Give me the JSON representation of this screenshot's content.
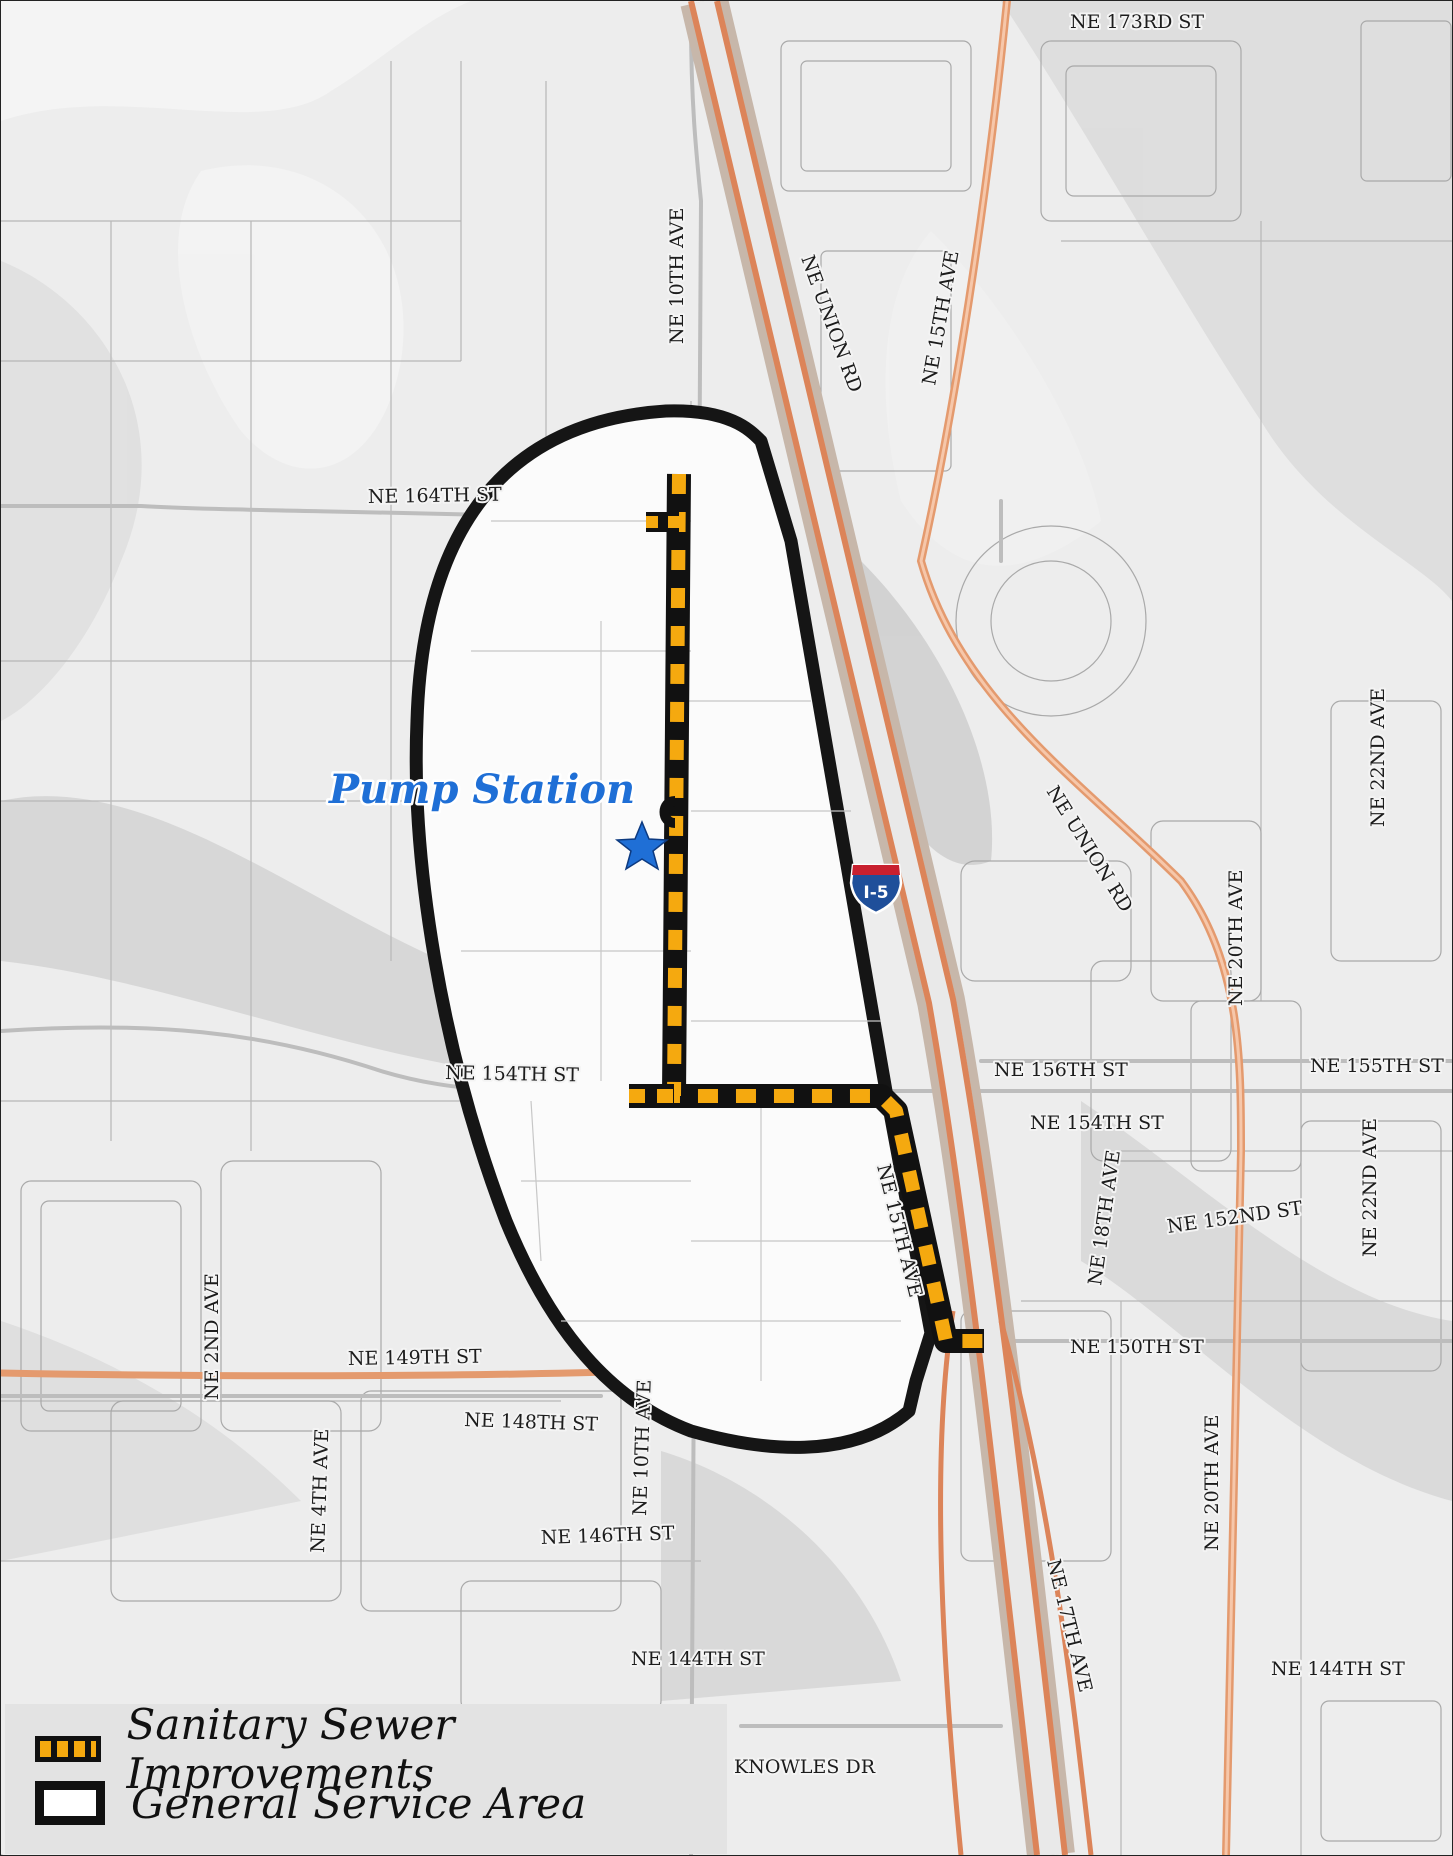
{
  "map": {
    "features": {
      "pump_station": "Pump Station",
      "interstate_shield": "I-5"
    },
    "streets": {
      "ne_173rd_st": "NE 173RD ST",
      "ne_164th_st": "NE 164TH ST",
      "ne_10th_ave_north": "NE 10TH AVE",
      "ne_union_rd_north": "NE UNION RD",
      "ne_15th_ave_north": "NE 15TH AVE",
      "ne_union_rd_south": "NE UNION RD",
      "ne_22nd_ave_north": "NE 22ND AVE",
      "ne_20th_ave_north": "NE 20TH AVE",
      "ne_155th_st": "NE 155TH ST",
      "ne_156th_st": "NE 156TH ST",
      "ne_154th_st_west": "NE 154TH ST",
      "ne_154th_st_east": "NE 154TH ST",
      "ne_15th_ave_south": "NE 15TH AVE",
      "ne_18th_ave": "NE 18TH AVE",
      "ne_152nd_st": "NE 152ND ST",
      "ne_22nd_ave_south": "NE 22ND AVE",
      "ne_150th_st": "NE 150TH ST",
      "ne_2nd_ave": "NE 2ND AVE",
      "ne_149th_st": "NE 149TH ST",
      "ne_148th_st": "NE 148TH ST",
      "ne_10th_ave_south": "NE 10TH AVE",
      "ne_4th_ave": "NE 4TH AVE",
      "ne_146th_st": "NE 146TH ST",
      "ne_20th_ave_south": "NE 20TH AVE",
      "ne_17th_ave": "NE 17TH AVE",
      "ne_144th_st_west": "NE 144TH ST",
      "ne_144th_st_east": "NE 144TH ST",
      "knowles_dr": "KNOWLES DR"
    },
    "colors": {
      "sewer_orange": "#f5a90f",
      "service_area_black": "#111111",
      "major_road": "#e0875a",
      "pump_station_blue": "#1f6fd6",
      "shield_red": "#c8202f",
      "shield_blue": "#1f4f9a"
    }
  },
  "legend": {
    "items": [
      {
        "label": "Sanitary Sewer Improvements",
        "swatch": "dashed-orange-black-line"
      },
      {
        "label": "General Service Area",
        "swatch": "black-outline-white-fill"
      }
    ]
  }
}
